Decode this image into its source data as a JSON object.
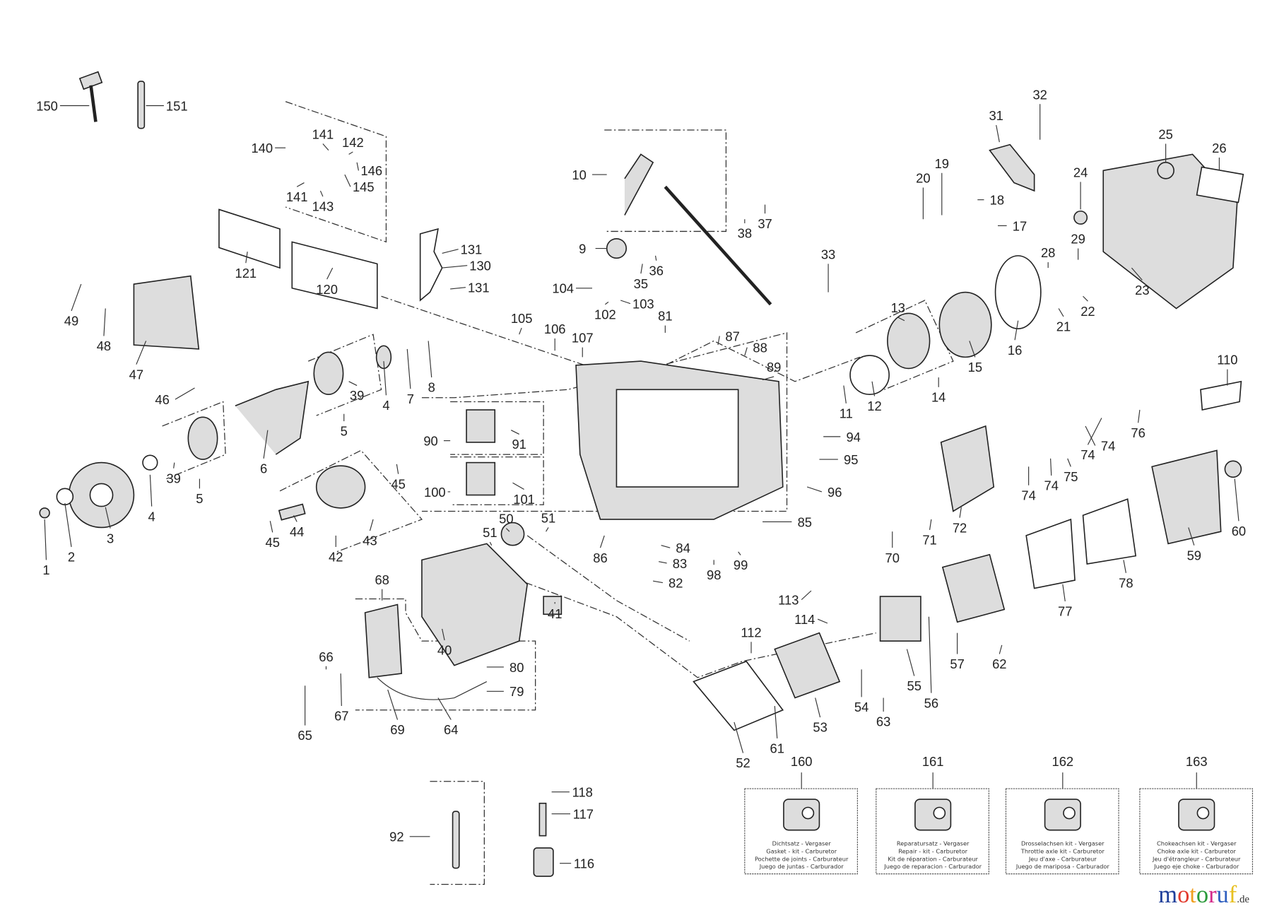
{
  "diagram": {
    "callouts": [
      "150",
      "151",
      "140",
      "141",
      "142",
      "146",
      "145",
      "141",
      "143",
      "121",
      "120",
      "131",
      "130",
      "131",
      "49",
      "48",
      "47",
      "46",
      "39",
      "5",
      "4",
      "7",
      "8",
      "6",
      "3",
      "2",
      "1",
      "4",
      "39",
      "5",
      "45",
      "45",
      "44",
      "43",
      "42",
      "10",
      "9",
      "35",
      "36",
      "38",
      "37",
      "104",
      "103",
      "102",
      "105",
      "106",
      "107",
      "81",
      "87",
      "88",
      "89",
      "33",
      "90",
      "91",
      "100",
      "101",
      "94",
      "95",
      "96",
      "85",
      "86",
      "84",
      "83",
      "82",
      "98",
      "99",
      "50",
      "51",
      "51",
      "68",
      "40",
      "41",
      "66",
      "67",
      "65",
      "69",
      "64",
      "80",
      "79",
      "13",
      "14",
      "12",
      "11",
      "15",
      "16",
      "28",
      "29",
      "21",
      "22",
      "23",
      "24",
      "25",
      "26",
      "31",
      "32",
      "20",
      "19",
      "18",
      "17",
      "110",
      "76",
      "74",
      "74",
      "74",
      "74",
      "75",
      "72",
      "71",
      "70",
      "60",
      "59",
      "78",
      "77",
      "113",
      "114",
      "112",
      "55",
      "56",
      "57",
      "62",
      "54",
      "63",
      "53",
      "52",
      "61",
      "92",
      "118",
      "117",
      "116"
    ],
    "kits": [
      {
        "number": "160",
        "lines": [
          "Dichtsatz - Vergaser",
          "Gasket - kit - Carburetor",
          "Pochette de joints - Carburateur",
          "Juego de juntas - Carburador"
        ]
      },
      {
        "number": "161",
        "lines": [
          "Reparatursatz - Vergaser",
          "Repair - kit - Carburetor",
          "Kit de réparation - Carburateur",
          "Juego de reparacion - Carburador"
        ]
      },
      {
        "number": "162",
        "lines": [
          "Drosselachsen kit - Vergaser",
          "Throttle axle kit - Carburetor",
          "Jeu d'axe - Carburateur",
          "Juego de mariposa - Carburador"
        ]
      },
      {
        "number": "163",
        "lines": [
          "Chokeachsen kit - Vergaser",
          "Choke axle kit - Carburetor",
          "Jeu d'étrangleur - Carburateur",
          "Juego eje choke - Carburador"
        ]
      }
    ],
    "logo": {
      "text": "motoruf",
      "suffix": ".de",
      "colors": [
        "#1f3f9a",
        "#e23b2e",
        "#f0a020",
        "#2a9a3a",
        "#d42a8a",
        "#3060c0",
        "#e8c020"
      ]
    }
  }
}
